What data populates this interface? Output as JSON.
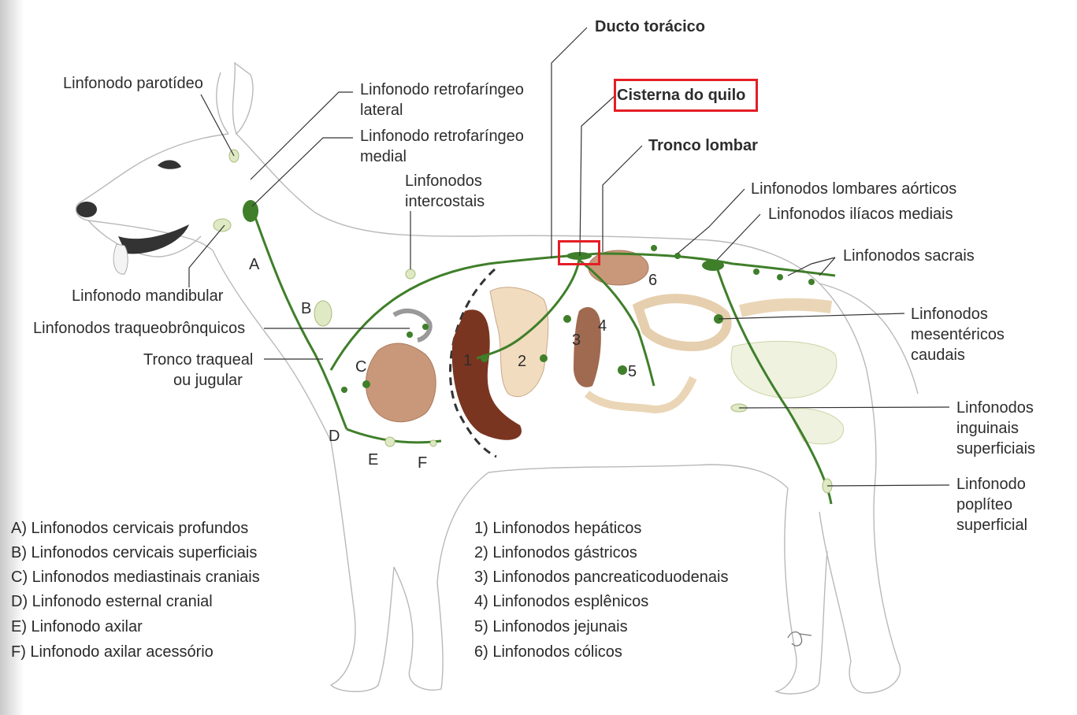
{
  "labels": {
    "ducto_toracico": "Ducto torácico",
    "cisterna_do_quilo": "Cisterna do quilo",
    "tronco_lombar": "Tronco lombar",
    "parotideo": "Linfonodo parotídeo",
    "retrofaringeo_lateral_1": "Linfonodo retrofaríngeo",
    "retrofaringeo_lateral_2": "lateral",
    "retrofaringeo_medial_1": "Linfonodo retrofaríngeo",
    "retrofaringeo_medial_2": "medial",
    "intercostais_1": "Linfonodos",
    "intercostais_2": "intercostais",
    "lombares_aorticos": "Linfonodos lombares aórticos",
    "iliacos_mediais": "Linfonodos ilíacos mediais",
    "sacrais": "Linfonodos sacrais",
    "mesentericos_1": "Linfonodos",
    "mesentericos_2": "mesentéricos",
    "mesentericos_3": "caudais",
    "inguinais_1": "Linfonodos",
    "inguinais_2": "inguinais",
    "inguinais_3": "superficiais",
    "popliteo_1": "Linfonodo",
    "popliteo_2": "poplíteo",
    "popliteo_3": "superficial",
    "mandibular": "Linfonodo mandibular",
    "traqueobronquicos": "Linfonodos traqueobrônquicos",
    "tronco_traqueal_1": "Tronco traqueal",
    "tronco_traqueal_2": "ou jugular"
  },
  "letters": {
    "A": "A",
    "B": "B",
    "C": "C",
    "D": "D",
    "E": "E",
    "F": "F"
  },
  "numbers": {
    "n1": "1",
    "n2": "2",
    "n3": "3",
    "n4": "4",
    "n5": "5",
    "n6": "6"
  },
  "legend_letters": [
    "A) Linfonodos cervicais profundos",
    "B) Linfonodos cervicais superficiais",
    "C) Linfonodos mediastinais craniais",
    "D) Linfonodo esternal cranial",
    "E) Linfonodo axilar",
    "F) Linfonodo axilar acessório"
  ],
  "legend_numbers": [
    "1) Linfonodos hepáticos",
    "2) Linfonodos gástricos",
    "3) Linfonodos pancreaticoduodenais",
    "4) Linfonodos esplênicos",
    "5) Linfonodos jejunais",
    "6) Linfonodos cólicos"
  ],
  "colors": {
    "highlight": "#e41e26",
    "lymph": "#3f7f2a",
    "node": "#dfe9c4",
    "liver": "#7a3520",
    "heart": "#c9987a",
    "gut": "#f1dcbf"
  }
}
